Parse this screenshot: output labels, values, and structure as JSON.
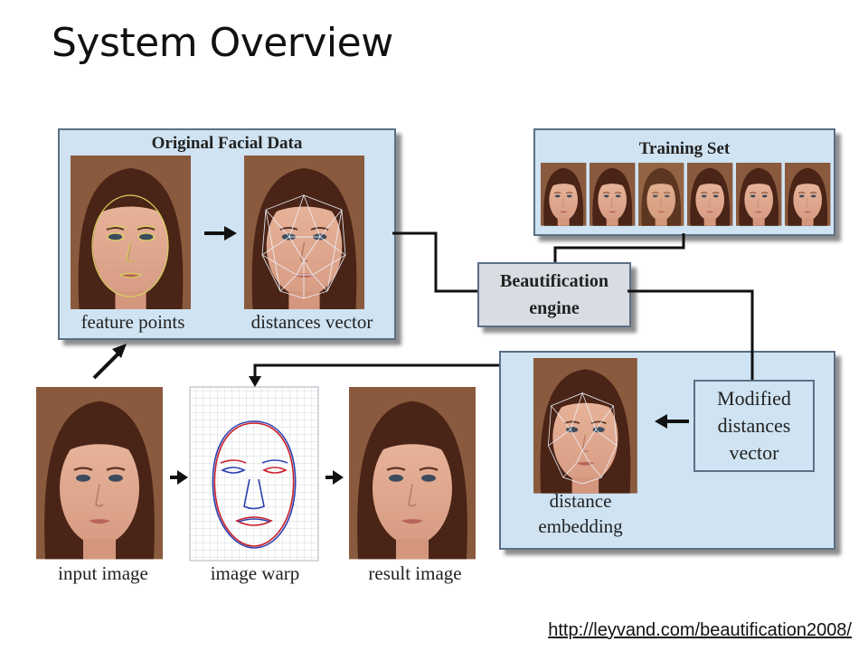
{
  "slide": {
    "title": "System Overview",
    "url": "http://leyvand.com/beautification2008/"
  },
  "diagram": {
    "original_facial_data": {
      "title": "Original Facial Data",
      "left_caption": "feature points",
      "right_caption": "distances vector"
    },
    "training_set": {
      "title": "Training Set"
    },
    "engine": {
      "line1": "Beautification",
      "line2": "engine"
    },
    "modified_vector": {
      "line1": "Modified",
      "line2": "distances",
      "line3": "vector"
    },
    "embedding": {
      "line1": "distance",
      "line2": "embedding"
    },
    "bottom_row": {
      "input_caption": "input image",
      "warp_caption": "image warp",
      "result_caption": "result image"
    }
  },
  "colors": {
    "panel_fill": "#cfe3f2",
    "panel_border": "#5b6f86",
    "connector": "#111111",
    "mesh_line": "#e8eef8",
    "feature_line": "#d8d060"
  }
}
